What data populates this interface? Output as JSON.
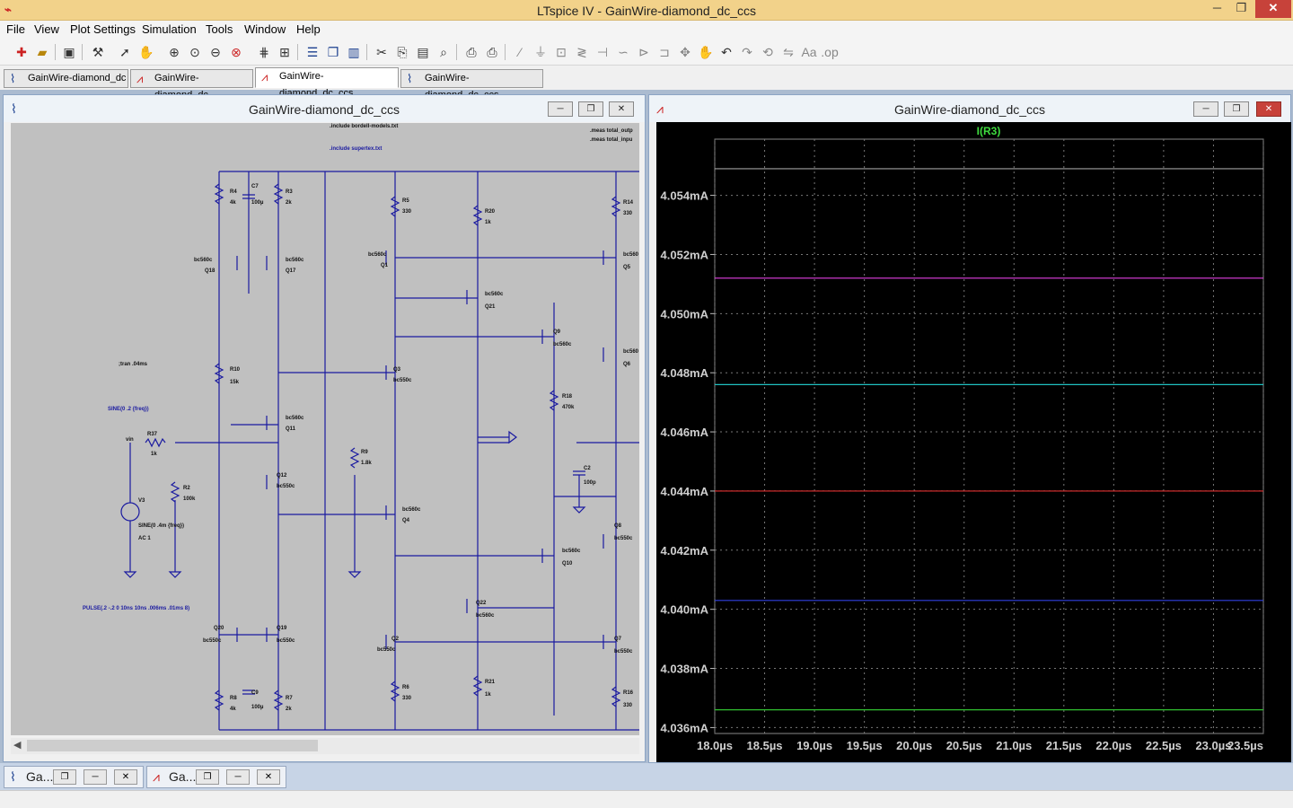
{
  "window": {
    "title": "LTspice IV - GainWire-diamond_dc_ccs",
    "app_icon": "ltspice-logo-icon",
    "min": "─",
    "max": "❐",
    "close": "✕"
  },
  "menu": [
    "File",
    "View",
    "Plot Settings",
    "Simulation",
    "Tools",
    "Window",
    "Help"
  ],
  "toolbar_icons": [
    "new-schematic",
    "open",
    "save",
    "control-panel",
    "run",
    "halt",
    "zoom-in",
    "zoom-pan",
    "zoom-out",
    "zoom-cancel",
    "autorange",
    "manual-limits",
    "tile-horizontal",
    "cascade",
    "tile-vertical",
    "cut",
    "copy",
    "paste",
    "find",
    "print-preview",
    "print",
    "wire",
    "ground",
    "label-net",
    "resistor",
    "capacitor",
    "inductor",
    "diode",
    "component",
    "move",
    "drag",
    "undo",
    "redo",
    "rotate",
    "mirror",
    "text",
    "spice-directive"
  ],
  "tabs": [
    {
      "label": "GainWire-diamond_dc",
      "icon": "schematic-icon",
      "active": false
    },
    {
      "label": "GainWire-diamond_dc",
      "icon": "waveform-icon",
      "active": false
    },
    {
      "label": "GainWire-diamond_dc_ccs",
      "icon": "waveform-icon",
      "active": true
    },
    {
      "label": "GainWire-diamond_dc_ccs",
      "icon": "schematic-icon",
      "active": false
    }
  ],
  "schematic": {
    "title": "GainWire-diamond_dc_ccs",
    "directives": [
      ".include supertex.txt",
      ".meas total_outp",
      ".meas total_inpu",
      ".include bordell-models.txt",
      ";tran .04ms"
    ],
    "sources": [
      "SINE(0 .2 {freq})",
      "SINE(0 .4m {freq})",
      "AC 1",
      "PULSE(.2 -.2 0 10ns 10ns .006ms .01ms 8)"
    ],
    "labels": [
      "vin",
      "R37",
      "1k",
      "R2",
      "100k",
      "V3",
      "R4",
      "4k",
      "C7",
      "100µ",
      "R3",
      "2k",
      "bc560c",
      "Q18",
      "bc560c",
      "Q17",
      "R10",
      "15k",
      "bc560c",
      "Q11",
      "Q12",
      "bc550c",
      "R9",
      "1.8k",
      "R5",
      "330",
      "bc560c",
      "Q1",
      "R20",
      "1k",
      "bc560c",
      "Q21",
      "Q3",
      "bc550c",
      "Q9",
      "bc560c",
      "R18",
      "470k",
      "C2",
      "100p",
      "bc560c",
      "Q4",
      "bc560c",
      "Q10",
      "Q8",
      "bc550c",
      "Q22",
      "bc560c",
      "Q20",
      "bc550c",
      "Q19",
      "bc550c",
      "R8",
      "4k",
      "C9",
      "100µ",
      "R7",
      "2k",
      "Q2",
      "bc550c",
      "R6",
      "330",
      "R21",
      "1k",
      "Q7",
      "bc550c",
      "R16",
      "330",
      "R14",
      "330",
      "bc560",
      "Q5",
      "bc560",
      "Q6"
    ]
  },
  "plot": {
    "title": "GainWire-diamond_dc_ccs",
    "trace_name": "I(R3)",
    "trace_color": "#3fdc3f"
  },
  "chart_data": {
    "type": "line",
    "title": "I(R3)",
    "xlabel": "",
    "ylabel": "",
    "x_ticks": [
      "18.0µs",
      "18.5µs",
      "19.0µs",
      "19.5µs",
      "20.0µs",
      "20.5µs",
      "21.0µs",
      "21.5µs",
      "22.0µs",
      "22.5µs",
      "23.0µs",
      "23.5µs"
    ],
    "y_ticks": [
      "4.054mA",
      "4.052mA",
      "4.050mA",
      "4.048mA",
      "4.046mA",
      "4.044mA",
      "4.042mA",
      "4.040mA",
      "4.038mA",
      "4.036mA"
    ],
    "xlim": [
      18.0,
      23.5
    ],
    "ylim": [
      4.0358,
      4.0559
    ],
    "grid": true,
    "series": [
      {
        "color": "#a0a0a0",
        "x": [
          18.0,
          23.5
        ],
        "y": [
          4.0549,
          4.0549
        ]
      },
      {
        "color": "#e040e0",
        "x": [
          18.0,
          23.5
        ],
        "y": [
          4.0512,
          4.0512
        ]
      },
      {
        "color": "#20c0c0",
        "x": [
          18.0,
          23.5
        ],
        "y": [
          4.0476,
          4.0476
        ]
      },
      {
        "color": "#e03030",
        "x": [
          18.0,
          23.5
        ],
        "y": [
          4.044,
          4.044
        ]
      },
      {
        "color": "#3040e0",
        "x": [
          18.0,
          23.5
        ],
        "y": [
          4.0403,
          4.0403
        ]
      },
      {
        "color": "#30c030",
        "x": [
          18.0,
          23.5
        ],
        "y": [
          4.0366,
          4.0366
        ]
      }
    ]
  },
  "minimized": [
    {
      "label": "Ga...",
      "icon": "schematic-icon"
    },
    {
      "label": "Ga...",
      "icon": "waveform-icon"
    }
  ],
  "mdi_buttons": {
    "min": "─",
    "restore": "❐",
    "close": "✕"
  }
}
